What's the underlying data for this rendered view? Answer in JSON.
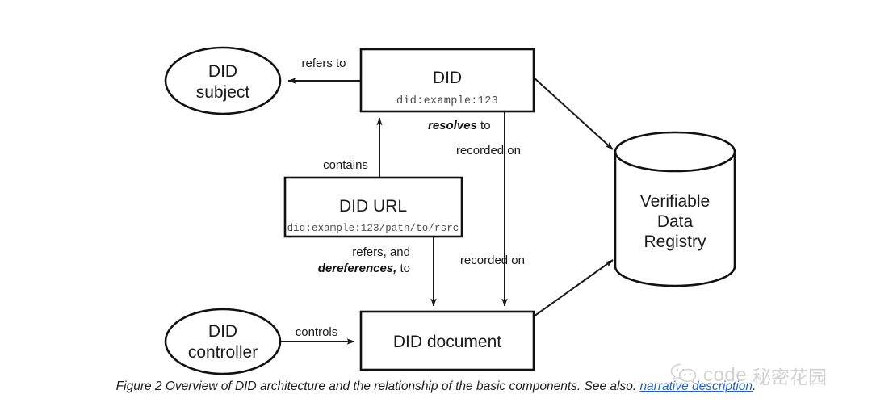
{
  "figure": {
    "caption_text": "Figure 2 Overview of DID architecture and the relationship of the basic components. See also: ",
    "caption_link": "narrative description",
    "caption_end": ".",
    "link_color": "#2a62b6"
  },
  "nodes": {
    "did_subject": {
      "title": "DID",
      "subtitle": "subject",
      "shape": "ellipse"
    },
    "did": {
      "title": "DID",
      "mono": "did:example:123",
      "shape": "rectangle"
    },
    "did_url": {
      "title": "DID URL",
      "mono": "did:example:123/path/to/rsrc",
      "shape": "rectangle"
    },
    "did_controller": {
      "title": "DID",
      "subtitle": "controller",
      "shape": "ellipse"
    },
    "did_document": {
      "title": "DID document",
      "shape": "rectangle"
    },
    "verifiable_data_registry": {
      "line1": "Verifiable",
      "line2": "Data",
      "line3": "Registry",
      "shape": "cylinder"
    }
  },
  "edges": [
    {
      "id": "refers-to",
      "label": "refers to",
      "from": "did",
      "to": "did_subject"
    },
    {
      "id": "contains",
      "label": "contains",
      "from": "did_url",
      "to": "did"
    },
    {
      "id": "resolves-to",
      "label_em": "resolves",
      "label": " to",
      "from": "did",
      "to": "did_document"
    },
    {
      "id": "dereferences",
      "label_line1": "refers, and",
      "label_em": "dereferences,",
      "label": " to",
      "from": "did_url",
      "to": "did_document"
    },
    {
      "id": "controls",
      "label": "controls",
      "from": "did_controller",
      "to": "did_document"
    },
    {
      "id": "recorded-on-top",
      "label": "recorded on",
      "from": "did",
      "to": "verifiable_data_registry"
    },
    {
      "id": "recorded-on-bottom",
      "label": "recorded on",
      "from": "did_document",
      "to": "verifiable_data_registry"
    }
  ],
  "watermark": {
    "icon": "wechat-icon",
    "text_latin": "code",
    "text_cjk": "秘密花园"
  },
  "colors": {
    "stroke": "#111111",
    "text": "#1a1a1a",
    "mono_text": "#4a4a4a",
    "background": "#ffffff",
    "link": "#2a62b6",
    "watermark": "#9a9a9a"
  }
}
